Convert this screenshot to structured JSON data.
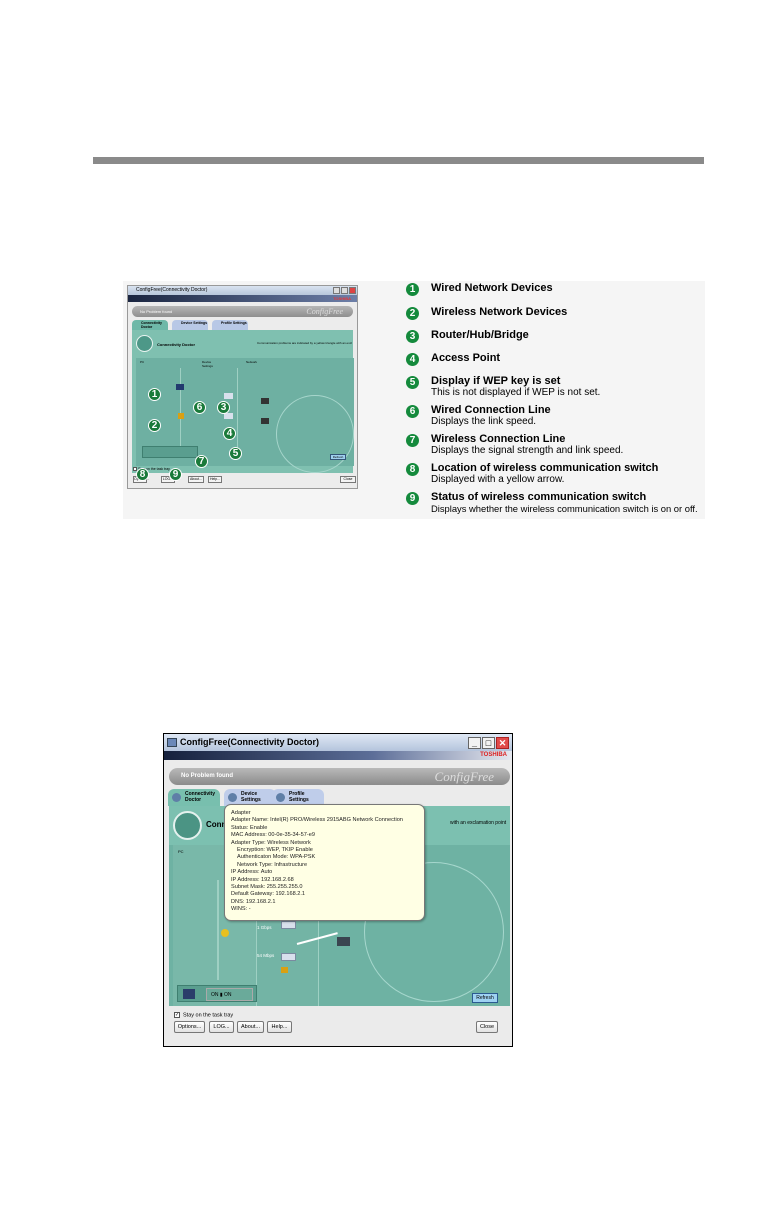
{
  "colors": {
    "rule": "#8a8a8a",
    "callout": "#148a3c",
    "panel": "#7cc0b0"
  },
  "figure1": {
    "window_title": "ConfigFree(Connectivity Doctor)",
    "brand": "TOSHIBA",
    "status": "No Problem found",
    "logo": "ConfigFree",
    "tabs": [
      "Connectivity Doctor",
      "Device Settings",
      "Profile Settings"
    ],
    "panel_title": "Connectivity Doctor",
    "panel_message": "Communication problems are indicated by a yellow triangle with an exclamation point",
    "columns": [
      "PC",
      "Device Settings",
      "Network"
    ],
    "refresh": "Refresh",
    "stay": "Stay on the task tray",
    "buttons": [
      "Options...",
      "LOG...",
      "About...",
      "Help...",
      "Close"
    ],
    "callouts": [
      "1",
      "2",
      "3",
      "4",
      "5",
      "6",
      "7",
      "8",
      "9"
    ],
    "legend": [
      {
        "num": "1",
        "title": "Wired Network Devices",
        "sub": ""
      },
      {
        "num": "2",
        "title": "Wireless Network Devices",
        "sub": ""
      },
      {
        "num": "3",
        "title": "Router/Hub/Bridge",
        "sub": ""
      },
      {
        "num": "4",
        "title": "Access Point",
        "sub": ""
      },
      {
        "num": "5",
        "title": "Display if WEP key is set",
        "sub": "This is not displayed if WEP is not set."
      },
      {
        "num": "6",
        "title": "Wired Connection Line",
        "sub": "Displays the link speed."
      },
      {
        "num": "7",
        "title": "Wireless Connection Line",
        "sub": "Displays the signal strength and link speed."
      },
      {
        "num": "8",
        "title": "Location of wireless communication switch",
        "sub": "Displayed with a yellow arrow."
      },
      {
        "num": "9",
        "title": "Status of wireless communication switch",
        "sub": "Displays whether the wireless communication switch is on or off."
      }
    ]
  },
  "figure2": {
    "window_title": "ConfigFree(Connectivity Doctor)",
    "brand": "TOSHIBA",
    "status": "No Problem found",
    "logo": "ConfigFree",
    "tabs": [
      "Connectivity Doctor",
      "Device Settings",
      "Profile Settings"
    ],
    "panel_title": "Conne",
    "panel_message": "with an exclamation point",
    "pc_label": "PC",
    "speed1": "1 Gbps",
    "speed2": "54 Mbps",
    "switch_label": "ON",
    "switch_state": "ON",
    "refresh": "Refresh",
    "stay": "Stay on the task tray",
    "buttons": [
      "Options...",
      "LOG...",
      "About...",
      "Help...",
      "Close"
    ],
    "tooltip": [
      "Adapter",
      "Adapter Name: Intel(R) PRO/Wireless 2915ABG Network Connection",
      "Status: Enable",
      "MAC Address: 00-0e-35-34-57-e9",
      "Adapter Type: Wireless Network",
      "Encryption: WEP, TKIP  Enable",
      "Authenticaton Mode: WPA-PSK",
      "Network Type: Infrastructure",
      "IP Address: Auto",
      "IP Address: 192.168.2.68",
      "Subnet Mask: 255.255.255.0",
      "Default Gateway: 192.168.2.1",
      "DNS: 192.168.2.1",
      "WINS: -"
    ]
  }
}
